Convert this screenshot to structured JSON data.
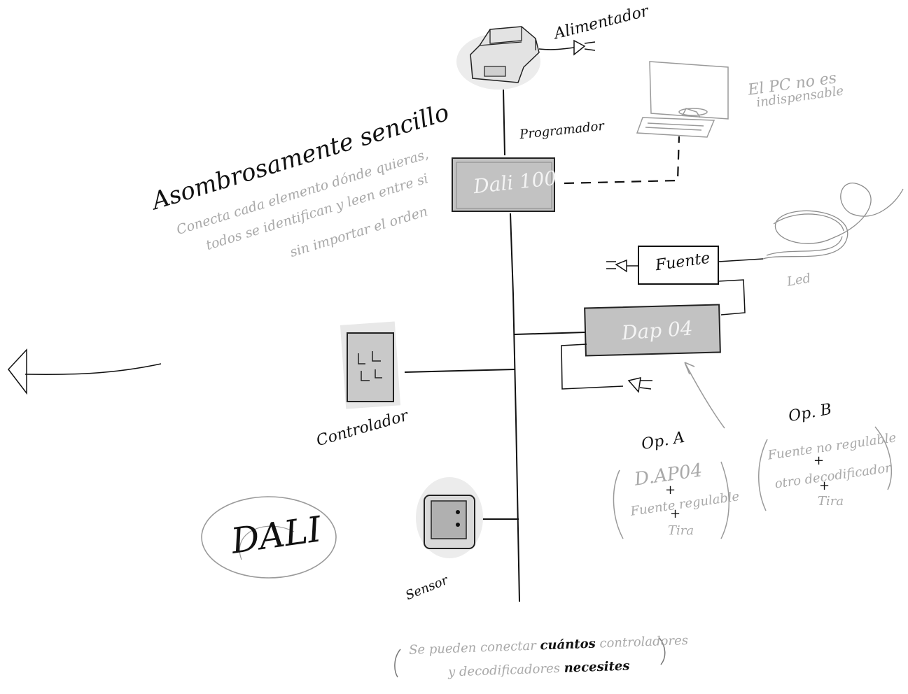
{
  "heading": {
    "title": "Asombrosamente sencillo",
    "lines": [
      "Conecta cada elemento dónde quieras,",
      "todos se identifican y leen entre si",
      "sin importar el orden"
    ]
  },
  "components": {
    "power_supply": "Alimentador",
    "programmer": "Programador",
    "programmer_box": "Dali 100",
    "pc_line1": "El PC no es",
    "pc_line2": "indispensable",
    "source": "Fuente",
    "led": "Led",
    "dap_box": "Dap 04",
    "controller": "Controlador",
    "sensor": "Sensor",
    "dali_logo": "DALI"
  },
  "options": {
    "a": {
      "title": "Op. A",
      "items": [
        "D.AP04",
        "Fuente regulable",
        "Tira"
      ],
      "plus": "+"
    },
    "b": {
      "title": "Op. B",
      "items": [
        "Fuente no regulable",
        "otro decodificador",
        "Tira"
      ],
      "plus": "+"
    }
  },
  "footer": {
    "part1": "Se pueden conectar ",
    "em1": "cuántos",
    "part2": " controladores",
    "part3": "y decodificadores ",
    "em2": "necesites"
  },
  "colors": {
    "ink": "#111111",
    "pencil_grey": "#a9a9a9",
    "box_fill": "#c2c2c2"
  }
}
